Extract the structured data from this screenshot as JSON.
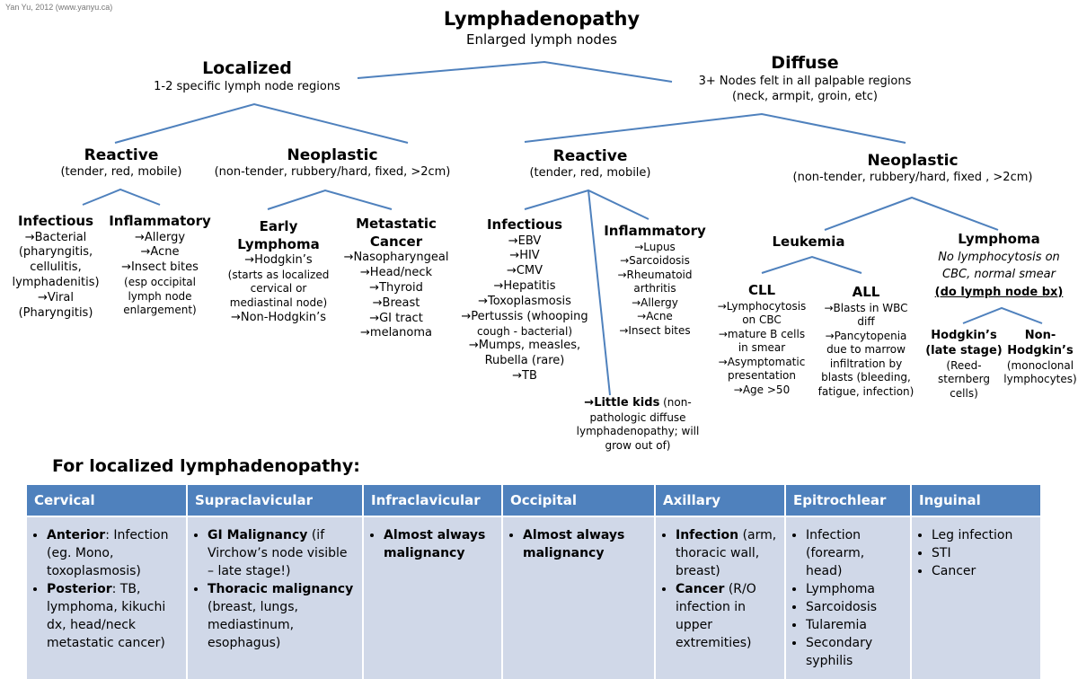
{
  "credit": "Yan Yu, 2012 (www.yanyu.ca)",
  "root": {
    "title": "Lymphadenopathy",
    "subtitle": "Enlarged lymph nodes"
  },
  "localized": {
    "title": "Localized",
    "subtitle": "1-2 specific lymph node regions",
    "reactive": {
      "title": "Reactive",
      "subtitle": "(tender, red, mobile)",
      "infectious": {
        "title": "Infectious",
        "items": [
          "→Bacterial",
          "(pharyngitis,",
          "cellulitis,",
          "lymphadenitis)",
          "→Viral",
          "(Pharyngitis)"
        ]
      },
      "inflammatory": {
        "title": "Inflammatory",
        "items": [
          "→Allergy",
          "→Acne",
          "→Insect bites",
          "(esp occipital",
          "lymph node",
          "enlargement)"
        ]
      }
    },
    "neoplastic": {
      "title": "Neoplastic",
      "subtitle": "(non-tender, rubbery/hard, fixed, >2cm)",
      "early_lymphoma": {
        "title_line1": "Early",
        "title_line2": "Lymphoma",
        "items": [
          "→Hodgkin’s",
          "(starts as localized",
          "cervical or",
          "mediastinal node)",
          "→Non-Hodgkin’s"
        ]
      },
      "metastatic": {
        "title_line1": "Metastatic",
        "title_line2": "Cancer",
        "items": [
          "→Nasopharyngeal",
          "→Head/neck",
          "→Thyroid",
          "→Breast",
          "→GI tract",
          "→melanoma"
        ]
      }
    }
  },
  "diffuse": {
    "title": "Diffuse",
    "subtitle_line1": "3+ Nodes felt in all palpable regions",
    "subtitle_line2": "(neck, armpit, groin, etc)",
    "reactive": {
      "title": "Reactive",
      "subtitle": "(tender, red, mobile)",
      "infectious": {
        "title": "Infectious",
        "items": [
          "→EBV",
          "→HIV",
          "→CMV",
          "→Hepatitis",
          "→Toxoplasmosis",
          "→Pertussis (whooping",
          "cough - bacterial)",
          "→Mumps, measles,",
          "Rubella (rare)",
          "→TB"
        ]
      },
      "inflammatory": {
        "title": "Inflammatory",
        "items": [
          "→Lupus",
          "→Sarcoidosis",
          "→Rheumatoid",
          "arthritis",
          "→Allergy",
          "→Acne",
          "→Insect bites"
        ]
      },
      "little_kids": {
        "lead": "→Little kids",
        "rest1": " (non-",
        "items": [
          "pathologic diffuse",
          "lymphadenopathy; will",
          "grow out of)"
        ]
      }
    },
    "neoplastic": {
      "title": "Neoplastic",
      "subtitle": "(non-tender, rubbery/hard, fixed , >2cm)",
      "leukemia": {
        "title": "Leukemia",
        "cll": {
          "title": "CLL",
          "items": [
            "→Lymphocytosis",
            "on CBC",
            "→mature B cells",
            "in smear",
            "→Asymptomatic",
            "presentation",
            "→Age >50"
          ]
        },
        "all": {
          "title": "ALL",
          "items": [
            "→Blasts in WBC",
            "diff",
            "→Pancytopenia",
            "due to marrow",
            "infiltration  by",
            "blasts (bleeding,",
            "fatigue, infection)"
          ]
        }
      },
      "lymphoma": {
        "title": "Lymphoma",
        "note_line1": "No lymphocytosis on",
        "note_line2": "CBC, normal smear",
        "bx": "(do lymph node bx)",
        "hodgkins": {
          "title_line1": "Hodgkin’s",
          "title_line2": "(late stage)",
          "items": [
            "(Reed-",
            "sternberg",
            "cells)"
          ]
        },
        "non_hodgkins": {
          "title_line1": "Non-",
          "title_line2": "Hodgkin’s",
          "items": [
            "(monoclonal",
            "lymphocytes)"
          ]
        }
      }
    }
  },
  "table": {
    "title": "For localized lymphadenopathy:",
    "headers": [
      "Cervical",
      "Supraclavicular",
      "Infraclavicular",
      "Occipital",
      "Axillary",
      "Epitrochlear",
      "Inguinal"
    ],
    "cervical": [
      {
        "bold": "Anterior",
        "text": ": Infection (eg. Mono, toxoplasmosis)"
      },
      {
        "bold": "Posterior",
        "text": ": TB, lymphoma, kikuchi dx, head/neck metastatic cancer)"
      }
    ],
    "supraclavicular": [
      {
        "bold": "GI Malignancy",
        "text": " (if Virchow’s node visible – late stage!)"
      },
      {
        "bold": "Thoracic malignancy",
        "text": " (breast, lungs, mediastinum, esophagus)"
      }
    ],
    "infraclavicular": [
      {
        "bold": "Almost always malignancy",
        "text": ""
      }
    ],
    "occipital": [
      {
        "bold": "Almost always malignancy",
        "text": ""
      }
    ],
    "axillary": [
      {
        "bold": "Infection",
        "text": " (arm, thoracic wall, breast)"
      },
      {
        "bold": "Cancer",
        "text": " (R/O infection in upper extremities)"
      }
    ],
    "epitrochlear": [
      "Infection (forearm, head)",
      "Lymphoma",
      "Sarcoidosis",
      "Tularemia",
      "Secondary syphilis"
    ],
    "inguinal": [
      "Leg infection",
      "STI",
      "Cancer"
    ]
  },
  "colors": {
    "line": "#4f81bd",
    "header": "#4f81bd",
    "cell": "#d0d8e8"
  }
}
